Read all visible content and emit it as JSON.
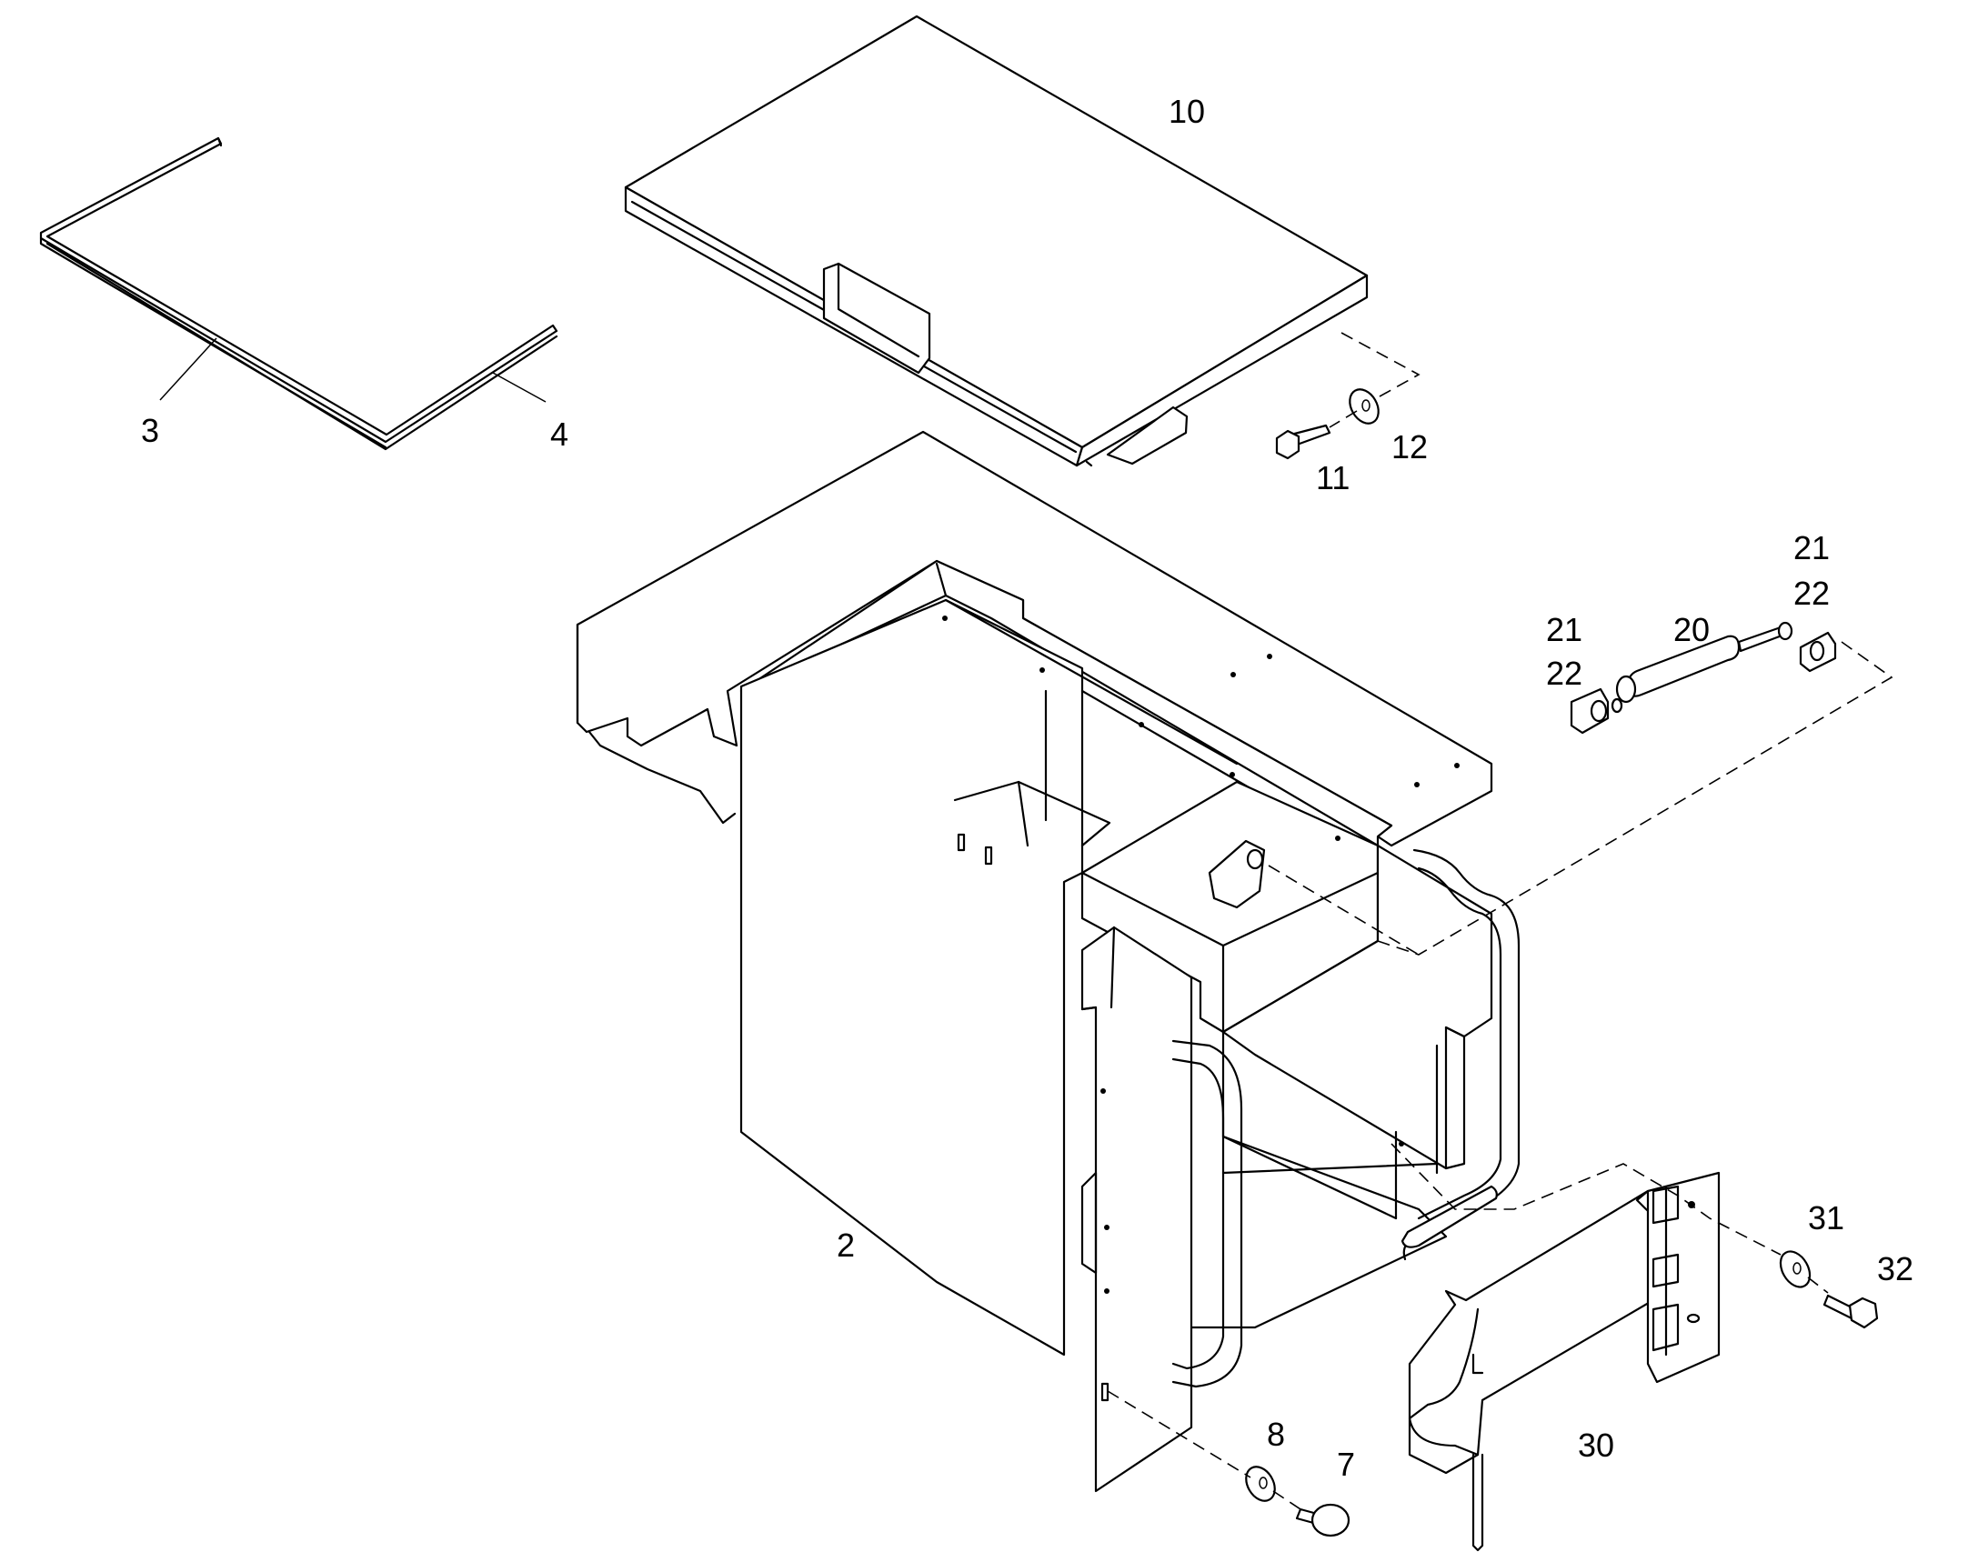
{
  "diagram": {
    "type": "exploded-parts-view",
    "callouts": [
      {
        "id": "lid",
        "text": "10"
      },
      {
        "id": "seal-3",
        "text": "3"
      },
      {
        "id": "seal-4",
        "text": "4"
      },
      {
        "id": "bolt-11",
        "text": "11"
      },
      {
        "id": "washer-12",
        "text": "12"
      },
      {
        "id": "fitting-21-right",
        "text": "21"
      },
      {
        "id": "fitting-22-right",
        "text": "22"
      },
      {
        "id": "fitting-21-left",
        "text": "21"
      },
      {
        "id": "fitting-22-left",
        "text": "22"
      },
      {
        "id": "gas-spring-20",
        "text": "20"
      },
      {
        "id": "box-body-2",
        "text": "2"
      },
      {
        "id": "washer-8",
        "text": "8"
      },
      {
        "id": "knob-7",
        "text": "7"
      },
      {
        "id": "washer-31",
        "text": "31"
      },
      {
        "id": "bolt-32",
        "text": "32"
      },
      {
        "id": "hinge-door-30",
        "text": "30"
      }
    ]
  }
}
